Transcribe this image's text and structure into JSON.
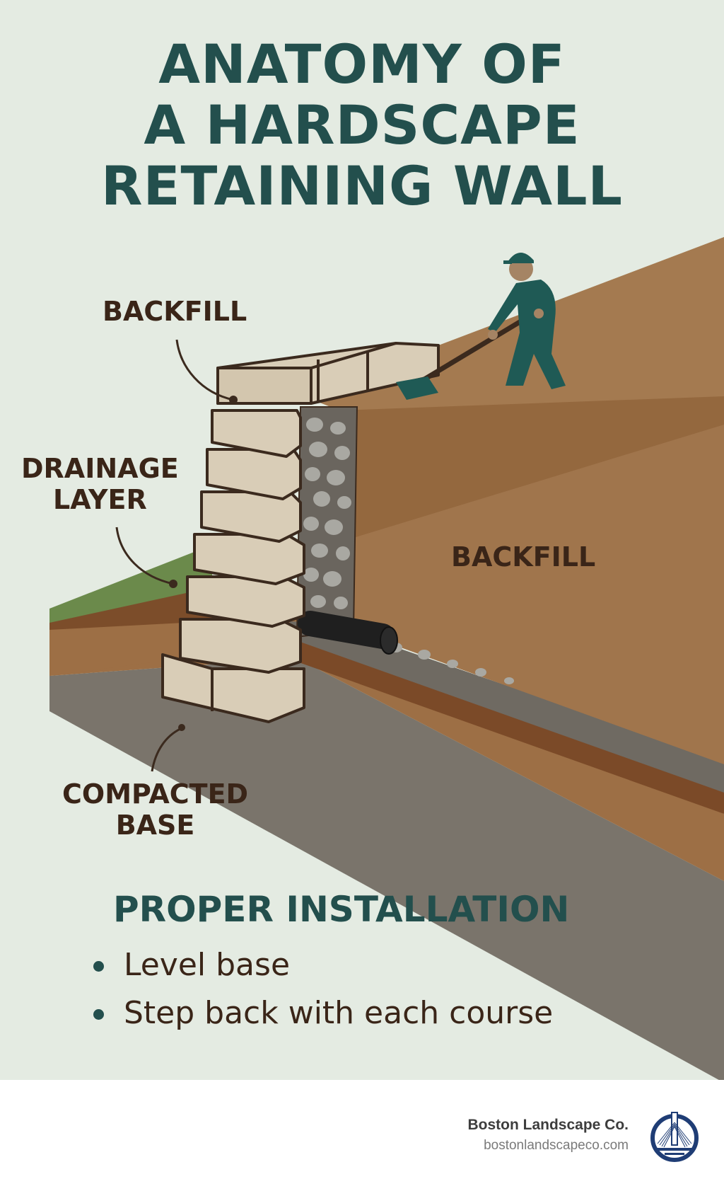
{
  "title": {
    "lines": [
      "ANATOMY OF",
      "A HARDSCAPE",
      "RETAINING WALL"
    ]
  },
  "labels": {
    "backfill_top": "BACKFILL",
    "drainage_layer": [
      "DRAINAGE",
      "LAYER"
    ],
    "backfill_right": "BACKFILL",
    "compacted_base": [
      "COMPACTED",
      "BASE"
    ]
  },
  "illustration": {
    "icons": [
      "retaining-wall-blocks",
      "gravel-drainage",
      "perforated-drain-pipe",
      "worker-with-shovel",
      "soil-layers",
      "grass-strip"
    ],
    "colors": {
      "background": "#e4ebe2",
      "title": "#234f4d",
      "label_text": "#3a2518",
      "block": "#d9cdb7",
      "block_outline": "#3b2a1e",
      "soil_light": "#a0754c",
      "soil_dark": "#7b4f2c",
      "gravel": "#6f6a62",
      "stone": "#a9a8a2",
      "base": "#7a746b",
      "grass": "#6b8a4b",
      "worker": "#1f5a55",
      "pipe": "#1f1f1f"
    }
  },
  "installation": {
    "heading": "PROPER INSTALLATION",
    "bullets": [
      "Level base",
      "Step back with each course"
    ]
  },
  "footer": {
    "company": "Boston Landscape Co.",
    "website": "bostonlandscapeco.com",
    "logo_icon": "bridge-logo-icon",
    "logo_color": "#1f3d75"
  }
}
